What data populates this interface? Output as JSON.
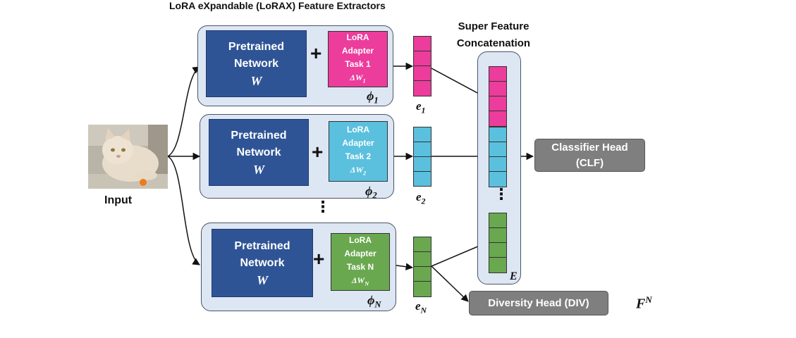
{
  "title": "LoRA eXpandable (LoRAX) Feature Extractors",
  "super_concat_title": "Super Feature Concatenation",
  "input": {
    "label": "Input"
  },
  "extractors": [
    {
      "pretrained_line1": "Pretrained",
      "pretrained_line2": "Network",
      "weight": "W",
      "adapter_line1": "LoRA",
      "adapter_line2": "Adapter",
      "adapter_task": "Task 1",
      "adapter_delta": "ΔW",
      "adapter_sub": "1",
      "phi": "ϕ",
      "phi_sub": "1",
      "embedding": "e",
      "embedding_sub": "1",
      "color": "#ec3c9c"
    },
    {
      "pretrained_line1": "Pretrained",
      "pretrained_line2": "Network",
      "weight": "W",
      "adapter_line1": "LoRA",
      "adapter_line2": "Adapter",
      "adapter_task": "Task 2",
      "adapter_delta": "ΔW",
      "adapter_sub": "2",
      "phi": "ϕ",
      "phi_sub": "2",
      "embedding": "e",
      "embedding_sub": "2",
      "color": "#5bc0de"
    },
    {
      "pretrained_line1": "Pretrained",
      "pretrained_line2": "Network",
      "weight": "W",
      "adapter_line1": "LoRA",
      "adapter_line2": "Adapter",
      "adapter_task": "Task N",
      "adapter_delta": "ΔW",
      "adapter_sub": "N",
      "phi": "ϕ",
      "phi_sub": "N",
      "embedding": "e",
      "embedding_sub": "N",
      "color": "#6aa84f"
    }
  ],
  "extractor_ellipsis": "⋮",
  "concat_ellipsis": "⋮",
  "concat_label": "E",
  "classifier_head": {
    "line1": "Classifier Head",
    "line2": "(CLF)"
  },
  "diversity_head": {
    "label": "Diversity Head (DIV)"
  },
  "fn_label": "F",
  "fn_sup": "N",
  "colors": {
    "extractor_bg": "#dde6f3",
    "pretrained": "#2f5496",
    "head": "#7f7f7f",
    "lora_task1": "#ec3c9c",
    "lora_task2": "#5bc0de",
    "lora_taskN": "#6aa84f"
  }
}
